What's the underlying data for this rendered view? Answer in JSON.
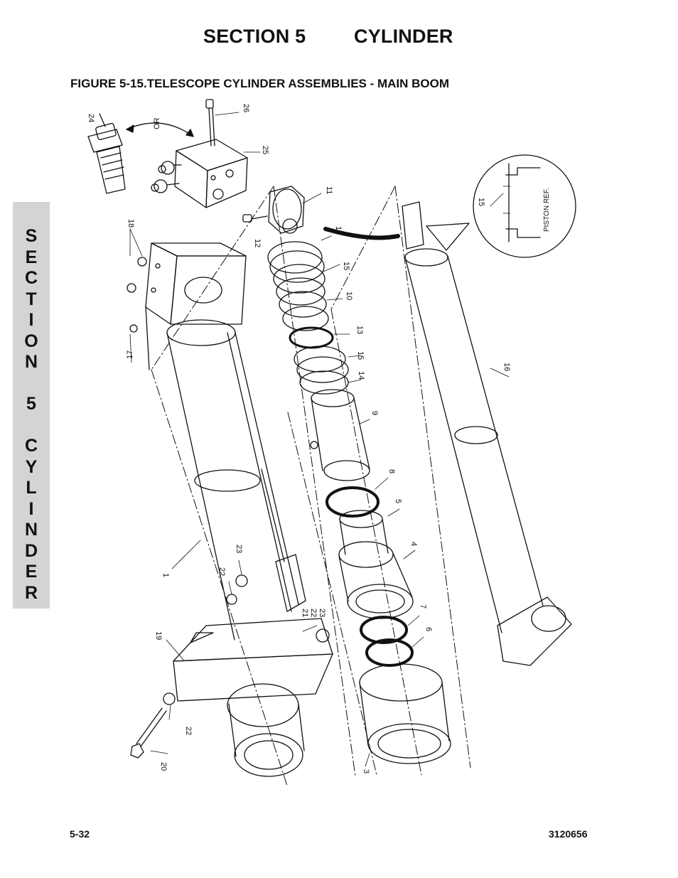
{
  "header": {
    "section": "SECTION 5",
    "title": "CYLINDER"
  },
  "figure_title": "FIGURE 5-15.TELESCOPE CYLINDER ASSEMBLIES - MAIN BOOM",
  "side_tab": {
    "letters": [
      "S",
      "E",
      "C",
      "T",
      "I",
      "O",
      "N",
      " ",
      "5",
      " ",
      "C",
      "Y",
      "L",
      "I",
      "N",
      "D",
      "E",
      "R"
    ]
  },
  "diagram": {
    "callouts": {
      "c24": "24",
      "c26": "26",
      "or": "OR",
      "c25": "25",
      "c11": "11",
      "c12": "12",
      "c18": "18",
      "c17": "17",
      "c14a": "14",
      "c15a": "15",
      "c10": "10",
      "c13": "13",
      "c15b": "15",
      "c14b": "14",
      "c9": "9",
      "c8": "8",
      "c5": "5",
      "c4": "4",
      "c7": "7",
      "c6": "6",
      "c3": "3",
      "c16": "16",
      "c1": "1",
      "c23a": "23",
      "c22a": "22",
      "c21": "21",
      "c22b": "22",
      "c23b": "23",
      "c19": "19",
      "c22c": "22",
      "c20": "20",
      "c15ref": "15",
      "piston_ref": "PISTON REF."
    }
  },
  "footer": {
    "page": "5-32",
    "doc_number": "3120656"
  }
}
